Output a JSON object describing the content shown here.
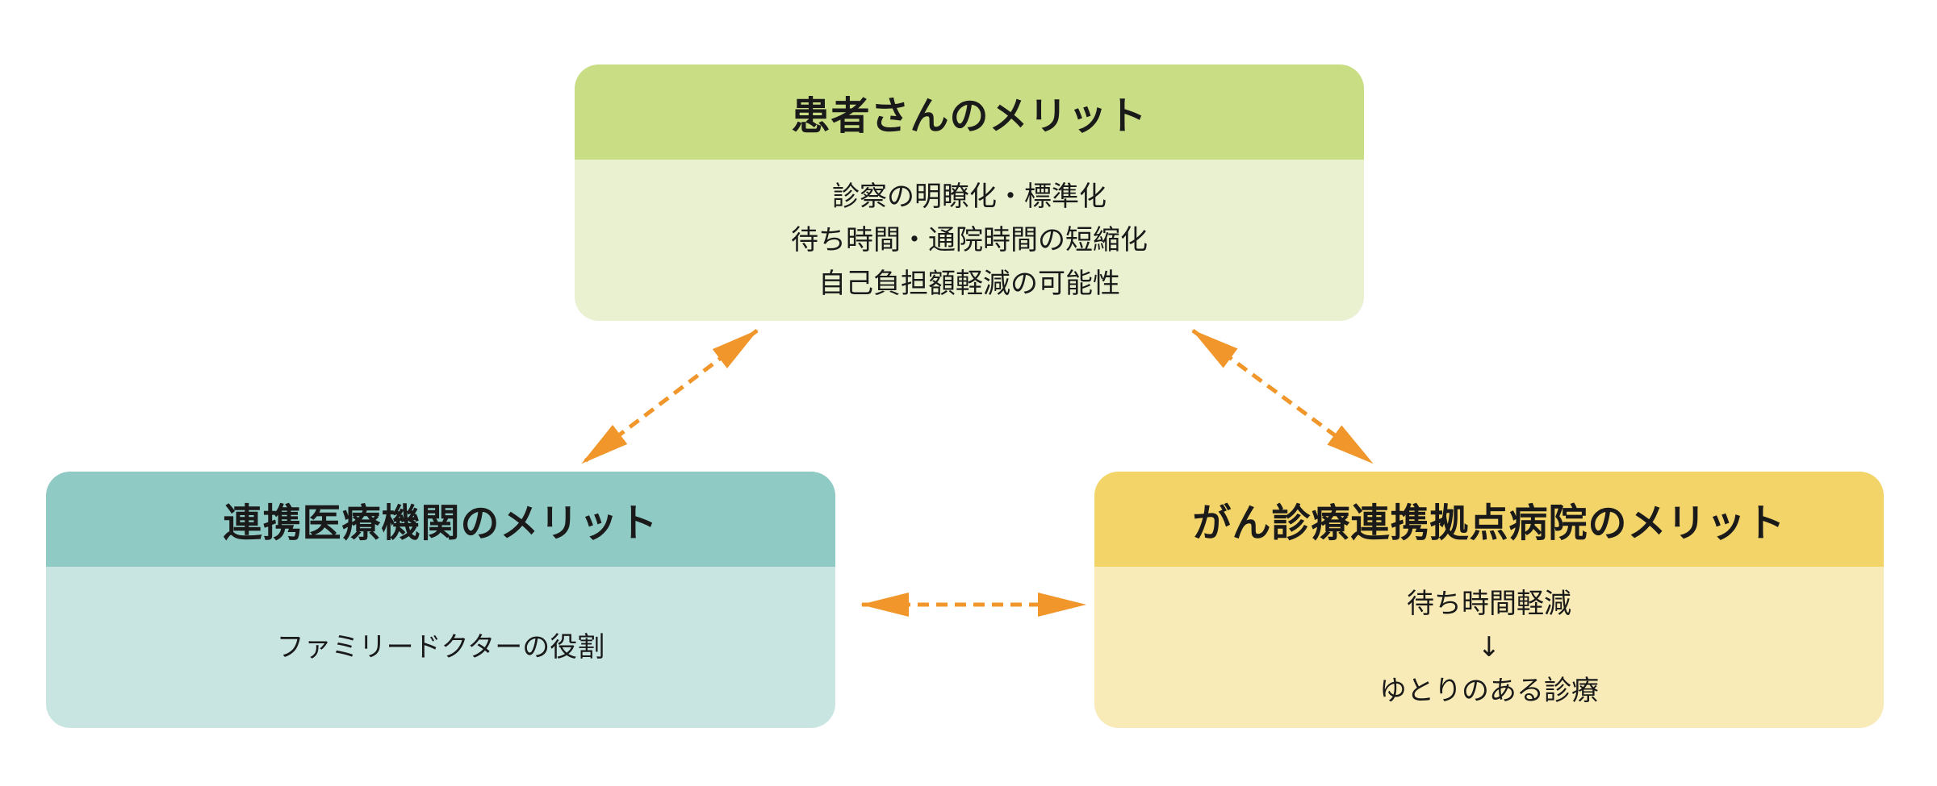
{
  "colors": {
    "patient_header": "#c9dd85",
    "patient_body": "#e9f1d1",
    "clinic_header": "#8fcac4",
    "clinic_body": "#c9e5e2",
    "hospital_header": "#f2d469",
    "hospital_body": "#f8ebb8",
    "arrow": "#f0962a"
  },
  "patient": {
    "title": "患者さんのメリット",
    "lines": [
      "診察の明瞭化・標準化",
      "待ち時間・通院時間の短縮化",
      "自己負担額軽減の可能性"
    ]
  },
  "clinic": {
    "title": "連携医療機関のメリット",
    "lines": [
      "ファミリードクターの役割"
    ]
  },
  "hospital": {
    "title": "がん診療連携拠点病院のメリット",
    "lines": [
      "待ち時間軽減",
      "↓",
      "ゆとりのある診療"
    ]
  },
  "connections": [
    {
      "from": "patient",
      "to": "clinic",
      "style": "dashed-double-arrow"
    },
    {
      "from": "patient",
      "to": "hospital",
      "style": "dashed-double-arrow"
    },
    {
      "from": "clinic",
      "to": "hospital",
      "style": "dashed-double-arrow"
    }
  ]
}
